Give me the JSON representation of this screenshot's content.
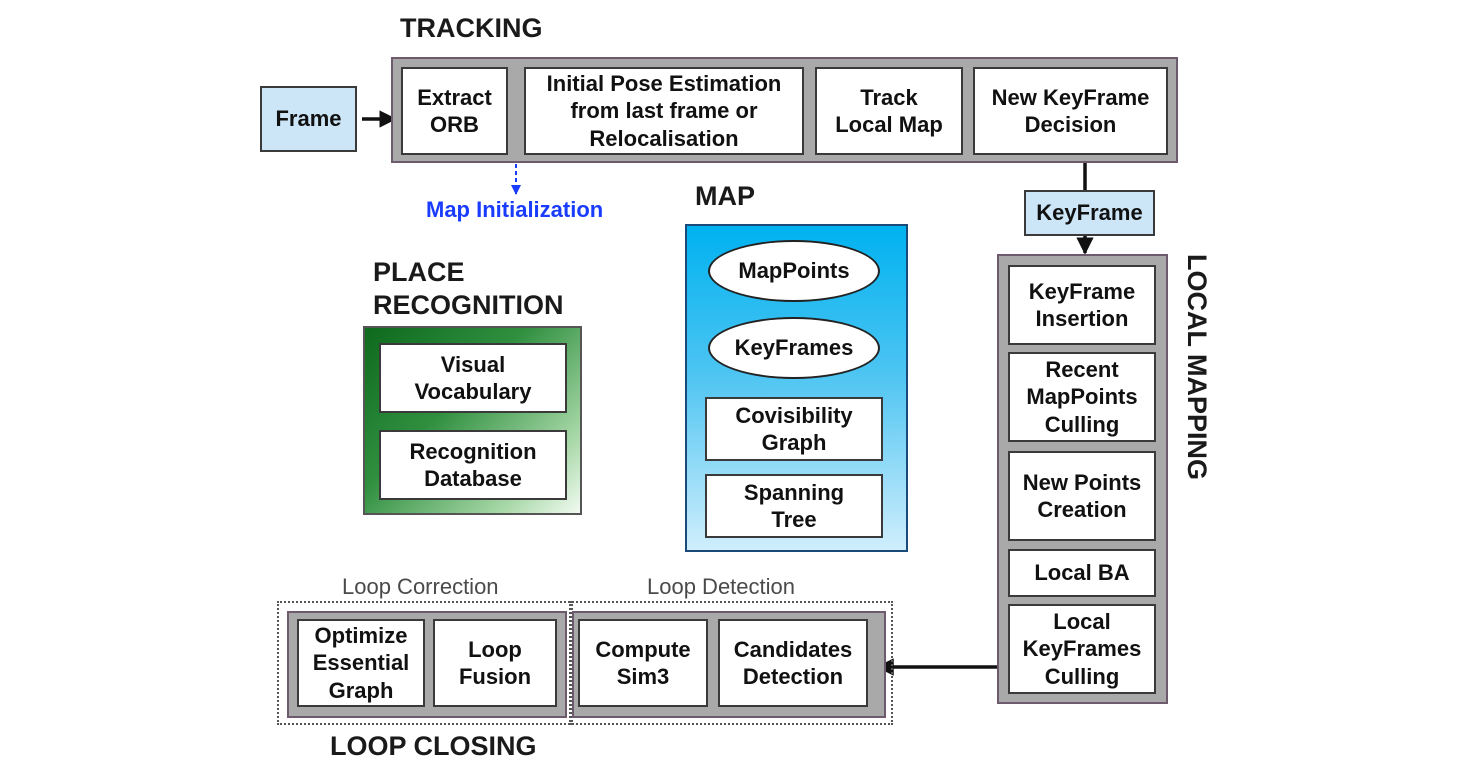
{
  "tracking": {
    "title": "TRACKING",
    "input_label": "Frame",
    "steps": [
      "Extract\nORB",
      "Initial Pose Estimation\nfrom last frame or\nRelocalisation",
      "Track\nLocal Map",
      "New KeyFrame\nDecision"
    ],
    "map_init_label": "Map Initialization"
  },
  "keyframe_label": "KeyFrame",
  "map": {
    "title": "MAP",
    "items": [
      "MapPoints",
      "KeyFrames",
      "Covisibility\nGraph",
      "Spanning\nTree"
    ]
  },
  "place_recognition": {
    "title": "PLACE\nRECOGNITION",
    "items": [
      "Visual\nVocabulary",
      "Recognition\nDatabase"
    ]
  },
  "local_mapping": {
    "title": "LOCAL MAPPING",
    "steps": [
      "KeyFrame\nInsertion",
      "Recent\nMapPoints\nCulling",
      "New Points\nCreation",
      "Local BA",
      "Local\nKeyFrames\nCulling"
    ]
  },
  "loop_closing": {
    "title": "LOOP CLOSING",
    "loop_correction": {
      "label": "Loop Correction",
      "steps": [
        "Optimize\nEssential\nGraph",
        "Loop\nFusion"
      ]
    },
    "loop_detection": {
      "label": "Loop Detection",
      "steps": [
        "Compute\nSim3",
        "Candidates\nDetection"
      ]
    }
  },
  "colors": {
    "group_gray": "#a9a9a9",
    "light_blue": "#cce6f8",
    "map_blue_top": "#00b2f0",
    "pr_green": "#1a7a2a",
    "map_init_blue": "#1a3cff"
  }
}
